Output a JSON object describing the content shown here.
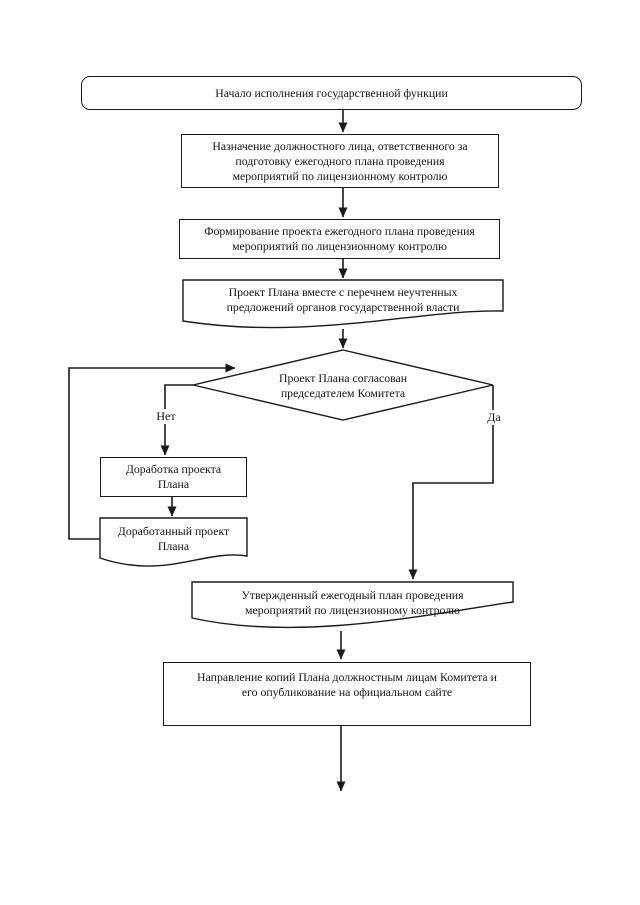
{
  "flowchart": {
    "colors": {
      "ink": "#1a1a1a",
      "paper": "#ffffff"
    },
    "nodes": {
      "start": {
        "shape": "rounded-rect",
        "label": "Начало исполнения государственной функции"
      },
      "assign_official": {
        "shape": "rect",
        "label": "Назначение должностного лица, ответственного за\nподготовку ежегодного плана проведения\nмероприятий по лицензионному контролю"
      },
      "form_draft_plan": {
        "shape": "rect",
        "label": "Формирование проекта ежегодного плана проведения\nмероприятий по лицензионному контролю"
      },
      "draft_plan_document": {
        "shape": "document",
        "label": "Проект Плана вместе с перечнем неучтенных\nпредложений органов государственной власти"
      },
      "decision_plan_approved": {
        "shape": "diamond",
        "label": "Проект Плана согласован\nпредседателем Комитета"
      },
      "revise_draft": {
        "shape": "rect",
        "label": "Доработка проекта\nПлана"
      },
      "revised_draft_document": {
        "shape": "document",
        "label": "Доработанный проект\nПлана"
      },
      "approved_plan_document": {
        "shape": "document",
        "label": "Утвержденный ежегодный план проведения\nмероприятий по лицензионному контролю"
      },
      "distribute_copies": {
        "shape": "rect",
        "label": "Направление копий Плана должностным лицам Комитета и\nего опубликование на официальном сайте"
      }
    },
    "edge_labels": {
      "no": "Нет",
      "yes": "Да"
    }
  }
}
